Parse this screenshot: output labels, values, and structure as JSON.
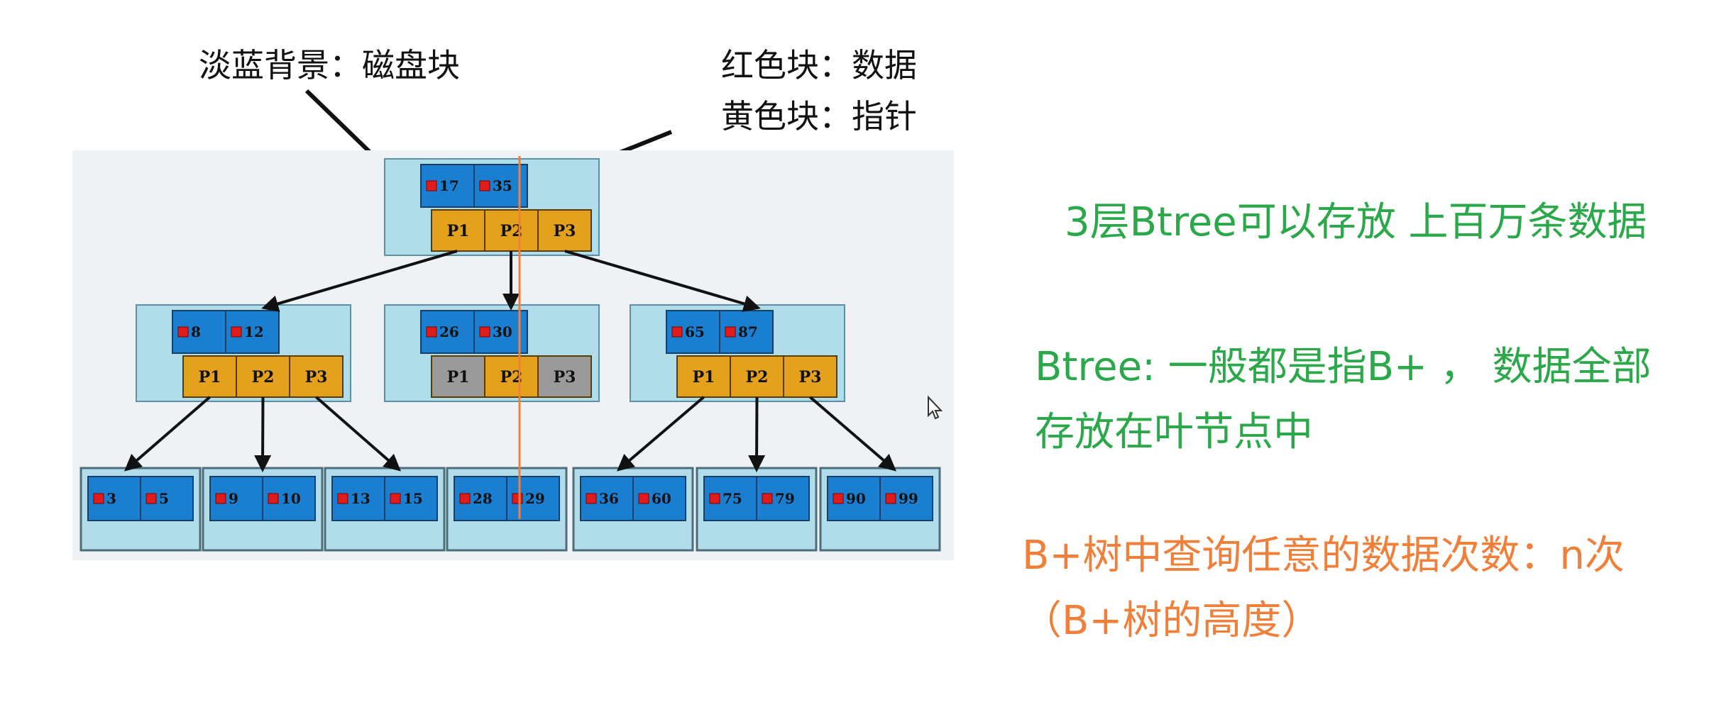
{
  "legend": {
    "disk_block": "淡蓝背景：磁盘块",
    "red_block": "红色块：数据",
    "yellow_block": "黄色块：指针"
  },
  "notes": {
    "line1": "3层Btree可以存放 上百万条数据",
    "line2a": "Btree: 一般都是指B+ ， 数据全部",
    "line2b": "存放在叶节点中",
    "line3a": "B+树中查询任意的数据次数：n次",
    "line3b": "（B+树的高度）"
  },
  "colors": {
    "disk_bg": "#b0dde9",
    "canvas_bg": "#eef2f5",
    "data_cell": "#1a7fd1",
    "data_marker": "#e01b1b",
    "pointer_cell": "#e3a11c",
    "pointer_gray": "#9a9a9a",
    "highlight_line": "#f07f3a",
    "green_text": "#2aa84a",
    "orange_text": "#f07f3a"
  },
  "tree": {
    "root": {
      "keys": [
        "17",
        "35"
      ],
      "pointers": [
        "P1",
        "P2",
        "P3"
      ]
    },
    "level2": [
      {
        "keys": [
          "8",
          "12"
        ],
        "pointers": [
          "P1",
          "P2",
          "P3"
        ],
        "gray": false
      },
      {
        "keys": [
          "26",
          "30"
        ],
        "pointers": [
          "P1",
          "P2",
          "P3"
        ],
        "gray": true
      },
      {
        "keys": [
          "65",
          "87"
        ],
        "pointers": [
          "P1",
          "P2",
          "P3"
        ],
        "gray": false
      }
    ],
    "leaves": [
      [
        "3",
        "5"
      ],
      [
        "9",
        "10"
      ],
      [
        "13",
        "15"
      ],
      [
        "28",
        "29"
      ],
      [
        "36",
        "60"
      ],
      [
        "75",
        "79"
      ],
      [
        "90",
        "99"
      ]
    ]
  }
}
